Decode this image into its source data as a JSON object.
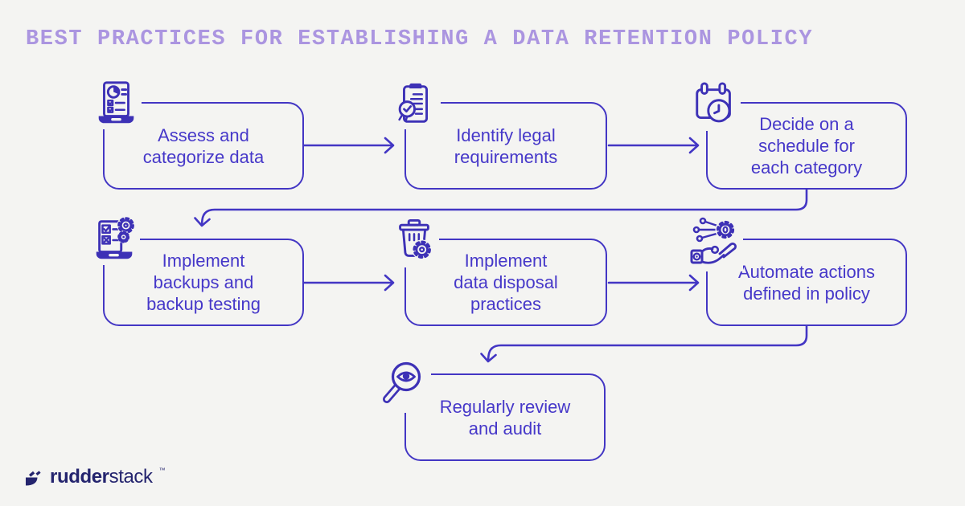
{
  "title": "BEST PRACTICES FOR ESTABLISHING A DATA RETENTION POLICY",
  "steps": [
    {
      "id": "assess",
      "label": "Assess and\ncategorize data",
      "icon": "assess-categorize-data-icon"
    },
    {
      "id": "legal",
      "label": "Identify legal\nrequirements",
      "icon": "identify-legal-requirements-icon"
    },
    {
      "id": "schedule",
      "label": "Decide on a\nschedule for\neach category",
      "icon": "retention-schedule-calendar-icon"
    },
    {
      "id": "backups",
      "label": "Implement\nbackups and\nbackup testing",
      "icon": "backups-testing-icon"
    },
    {
      "id": "disposal",
      "label": "Implement\ndata disposal\npractices",
      "icon": "data-disposal-trash-icon"
    },
    {
      "id": "automate",
      "label": "Automate actions\ndefined in policy",
      "icon": "automate-actions-icon"
    },
    {
      "id": "review",
      "label": "Regularly review\nand audit",
      "icon": "review-audit-magnifier-icon"
    }
  ],
  "branding": {
    "brand_bold": "rudder",
    "brand_regular": "stack",
    "trademark": "™"
  },
  "colors": {
    "background": "#f4f4f2",
    "line_indigo": "#4336c4",
    "icon_indigo": "#3d31b6",
    "text_indigo": "#4638c9",
    "title_lavender": "#ab95e0",
    "logo_navy": "#24246e"
  }
}
